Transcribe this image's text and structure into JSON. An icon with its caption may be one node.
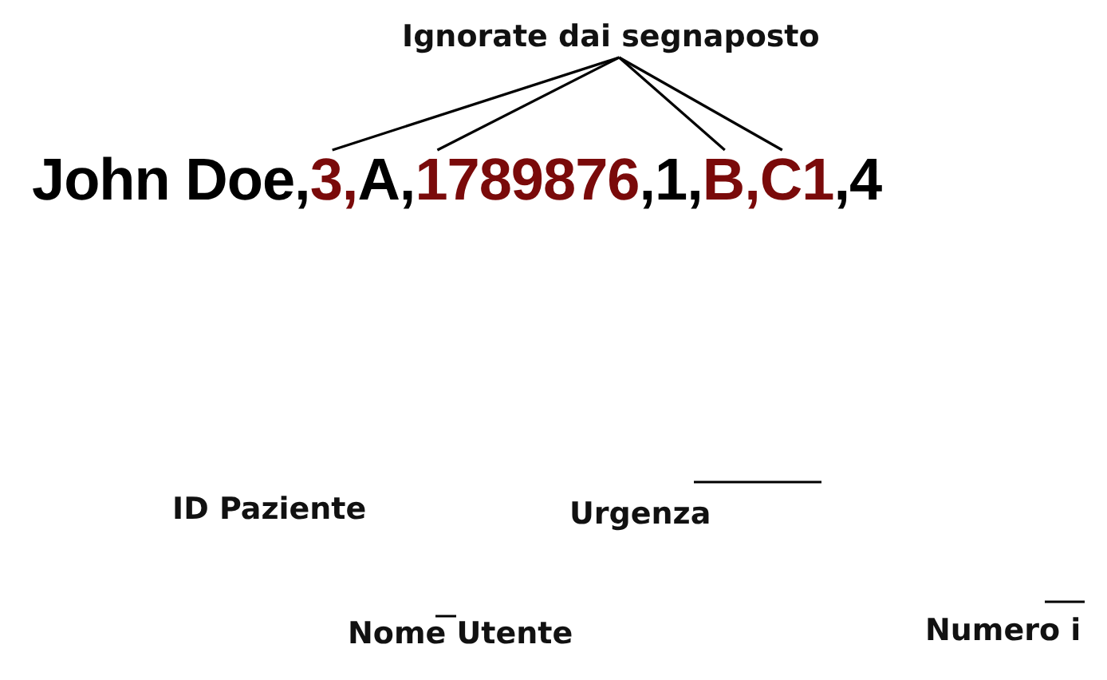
{
  "diagram": {
    "nodes": [
      {
        "text": [
          "Ignorate dai segnaposto"
        ]
      },
      {
        "text": [
          "3,"
        ]
      },
      {
        "text": [
          "1789876"
        ]
      },
      {
        "text": [
          "B,"
        ]
      },
      {
        "text": [
          "C1"
        ]
      }
    ],
    "edges": [
      {
        "from": 0,
        "to": 1,
        "arrow": "none"
      },
      {
        "from": 0,
        "to": 2,
        "arrow": "none"
      },
      {
        "from": 0,
        "to": 3,
        "arrow": "none"
      },
      {
        "from": 0,
        "to": 4,
        "arrow": "none"
      }
    ],
    "labels": [
      "John Doe,",
      "A,",
      ",1,",
      ",4",
      "ID Paziente",
      "Urgenza",
      "Nome Utente",
      "Numero i"
    ]
  }
}
